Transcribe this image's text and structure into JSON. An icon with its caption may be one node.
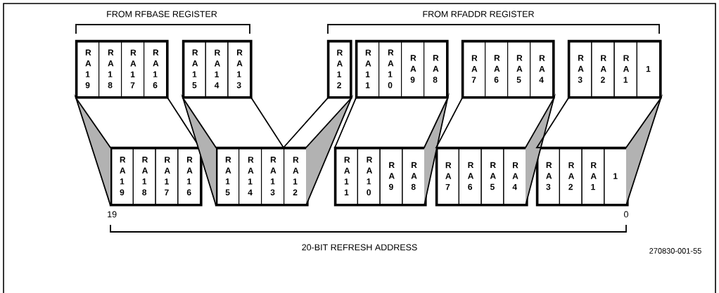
{
  "diagram": {
    "nodes": [
      {
        "text": [],
        "shape": "box"
      },
      {
        "text": [
          "R A 1 9"
        ],
        "in": 0
      },
      {
        "text": [
          "R A 1 8"
        ],
        "in": 0
      },
      {
        "text": [
          "R A 1 7"
        ],
        "in": 0
      },
      {
        "text": [
          "R A 1 6"
        ],
        "in": 0
      },
      {
        "text": [],
        "shape": "box"
      },
      {
        "text": [
          "R A 1 5"
        ],
        "in": 5
      },
      {
        "text": [
          "R A 1 4"
        ],
        "in": 5
      },
      {
        "text": [
          "R A 1 3"
        ],
        "in": 5
      },
      {
        "text": [],
        "shape": "box"
      },
      {
        "text": [
          "R A 1 2"
        ],
        "in": 9
      },
      {
        "text": [],
        "shape": "box"
      },
      {
        "text": [
          "R A 1 1"
        ],
        "in": 11
      },
      {
        "text": [
          "R A 1 0"
        ],
        "in": 11
      },
      {
        "text": [
          "R A 9"
        ],
        "in": 11
      },
      {
        "text": [
          "R A 8"
        ],
        "in": 11
      },
      {
        "text": [],
        "shape": "box"
      },
      {
        "text": [
          "R A 7"
        ],
        "in": 16
      },
      {
        "text": [
          "R A 6"
        ],
        "in": 16
      },
      {
        "text": [
          "R A 5"
        ],
        "in": 16
      },
      {
        "text": [
          "R A 4"
        ],
        "in": 16
      },
      {
        "text": [],
        "shape": "box"
      },
      {
        "text": [
          "R A 3"
        ],
        "in": 21
      },
      {
        "text": [
          "R A 2"
        ],
        "in": 21
      },
      {
        "text": [
          "R A 1"
        ],
        "in": 21
      },
      {
        "text": [
          "1"
        ],
        "in": 21
      },
      {
        "text": [],
        "shape": "box"
      },
      {
        "text": [
          "R A 1 9"
        ],
        "in": 26
      },
      {
        "text": [
          "R A 1 8"
        ],
        "in": 26
      },
      {
        "text": [
          "R A 1 7"
        ],
        "in": 26
      },
      {
        "text": [
          "R A 1 6"
        ],
        "in": 26
      },
      {
        "text": [],
        "shape": "box"
      },
      {
        "text": [
          "R A 1 5"
        ],
        "in": 31
      },
      {
        "text": [
          "R A 1 4"
        ],
        "in": 31
      },
      {
        "text": [
          "R A 1 3"
        ],
        "in": 31
      },
      {
        "text": [
          "R A 1 2"
        ],
        "in": 31
      },
      {
        "text": [],
        "shape": "box"
      },
      {
        "text": [
          "R A 1 1"
        ],
        "in": 36
      },
      {
        "text": [
          "R A 1 0"
        ],
        "in": 36
      },
      {
        "text": [
          "R A 9"
        ],
        "in": 36
      },
      {
        "text": [
          "R A 8"
        ],
        "in": 36
      },
      {
        "text": [],
        "shape": "box"
      },
      {
        "text": [
          "R A 7"
        ],
        "in": 41
      },
      {
        "text": [
          "R A 6"
        ],
        "in": 41
      },
      {
        "text": [
          "R A 5"
        ],
        "in": 41
      },
      {
        "text": [
          "R A 4"
        ],
        "in": 41
      },
      {
        "text": [],
        "shape": "box"
      },
      {
        "text": [
          "R A 3"
        ],
        "in": 46
      },
      {
        "text": [
          "R A 2"
        ],
        "in": 46
      },
      {
        "text": [
          "R A 1"
        ],
        "in": 46
      },
      {
        "text": [
          "1"
        ],
        "in": 46
      }
    ],
    "edges": [
      {
        "from": 0,
        "to": 26,
        "arrow": "none"
      },
      {
        "from": 5,
        "to": 31,
        "arrow": "none"
      },
      {
        "from": 9,
        "to": 31,
        "arrow": "none"
      },
      {
        "from": 11,
        "to": 36,
        "arrow": "none"
      },
      {
        "from": 16,
        "to": 41,
        "arrow": "none"
      },
      {
        "from": 21,
        "to": 46,
        "arrow": "none"
      }
    ],
    "labels": [
      "FROM RFBASE REGISTER",
      "FROM RFADDR REGISTER",
      "19",
      "0",
      "20-BIT REFRESH ADDRESS",
      "270830-001-55"
    ]
  }
}
